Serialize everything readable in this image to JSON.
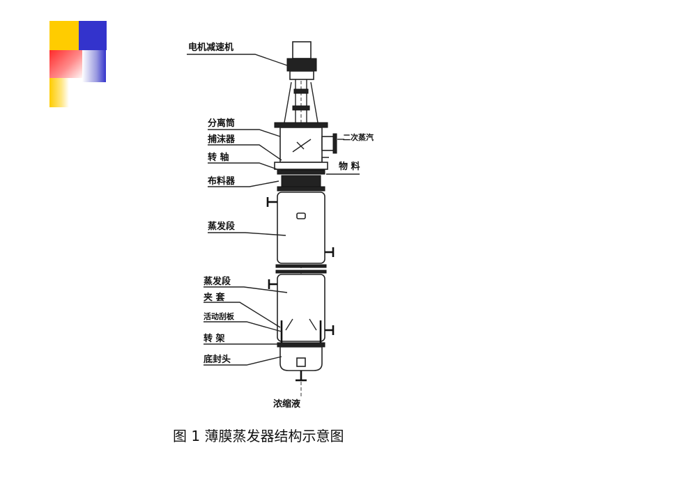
{
  "labels": {
    "motor": "电机减速机",
    "separator": "分离筒",
    "demister": "捕沫器",
    "shaft": "转 轴",
    "distributor": "布料器",
    "evap1": "蒸发段",
    "evap2": "蒸发段",
    "jacket": "夹 套",
    "scraper": "活动刮板",
    "frame": "转 架",
    "head": "底封头",
    "vapor": "二次蒸汽",
    "material": "物 料",
    "concentrate": "浓缩液"
  },
  "caption": "图 1  薄膜蒸发器结构示意图"
}
